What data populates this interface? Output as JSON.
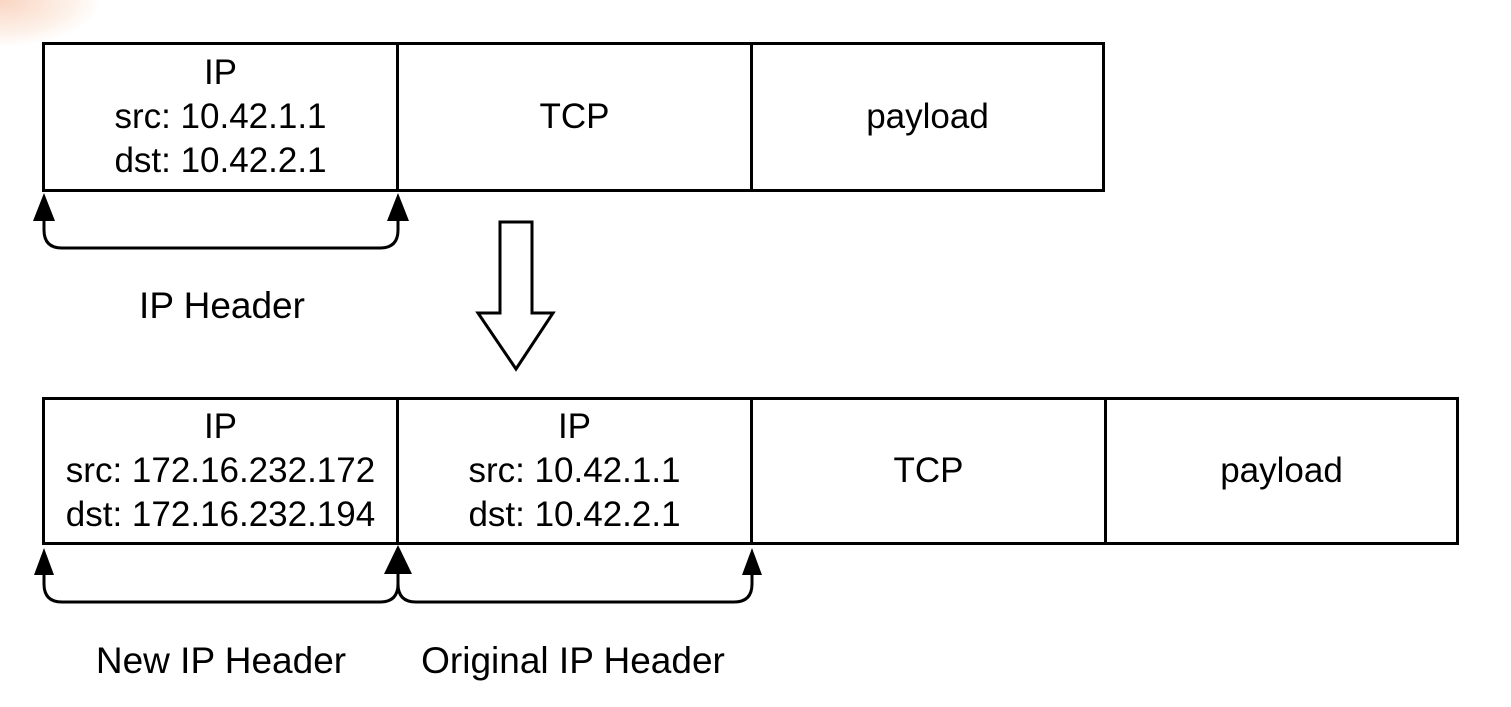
{
  "diagram": {
    "description_visible_text_only": true,
    "top_packet": {
      "segments": [
        {
          "title": "IP",
          "lines": [
            "src: 10.42.1.1",
            "dst: 10.42.2.1"
          ]
        },
        {
          "title": "TCP",
          "lines": []
        },
        {
          "title": "payload",
          "lines": []
        }
      ],
      "brace_label": "IP Header"
    },
    "transform_arrow": {
      "direction": "down"
    },
    "bottom_packet": {
      "segments": [
        {
          "title": "IP",
          "lines": [
            "src: 172.16.232.172",
            "dst: 172.16.232.194"
          ]
        },
        {
          "title": "IP",
          "lines": [
            "src: 10.42.1.1",
            "dst: 10.42.2.1"
          ]
        },
        {
          "title": "TCP",
          "lines": []
        },
        {
          "title": "payload",
          "lines": []
        }
      ],
      "brace_labels": [
        "New IP Header",
        "Original IP Header"
      ]
    },
    "colors": {
      "line": "#000000",
      "text": "#000000",
      "box_fill": "#ffffff",
      "background": "#ffffff",
      "corner_accent": "#f6be9f"
    }
  }
}
